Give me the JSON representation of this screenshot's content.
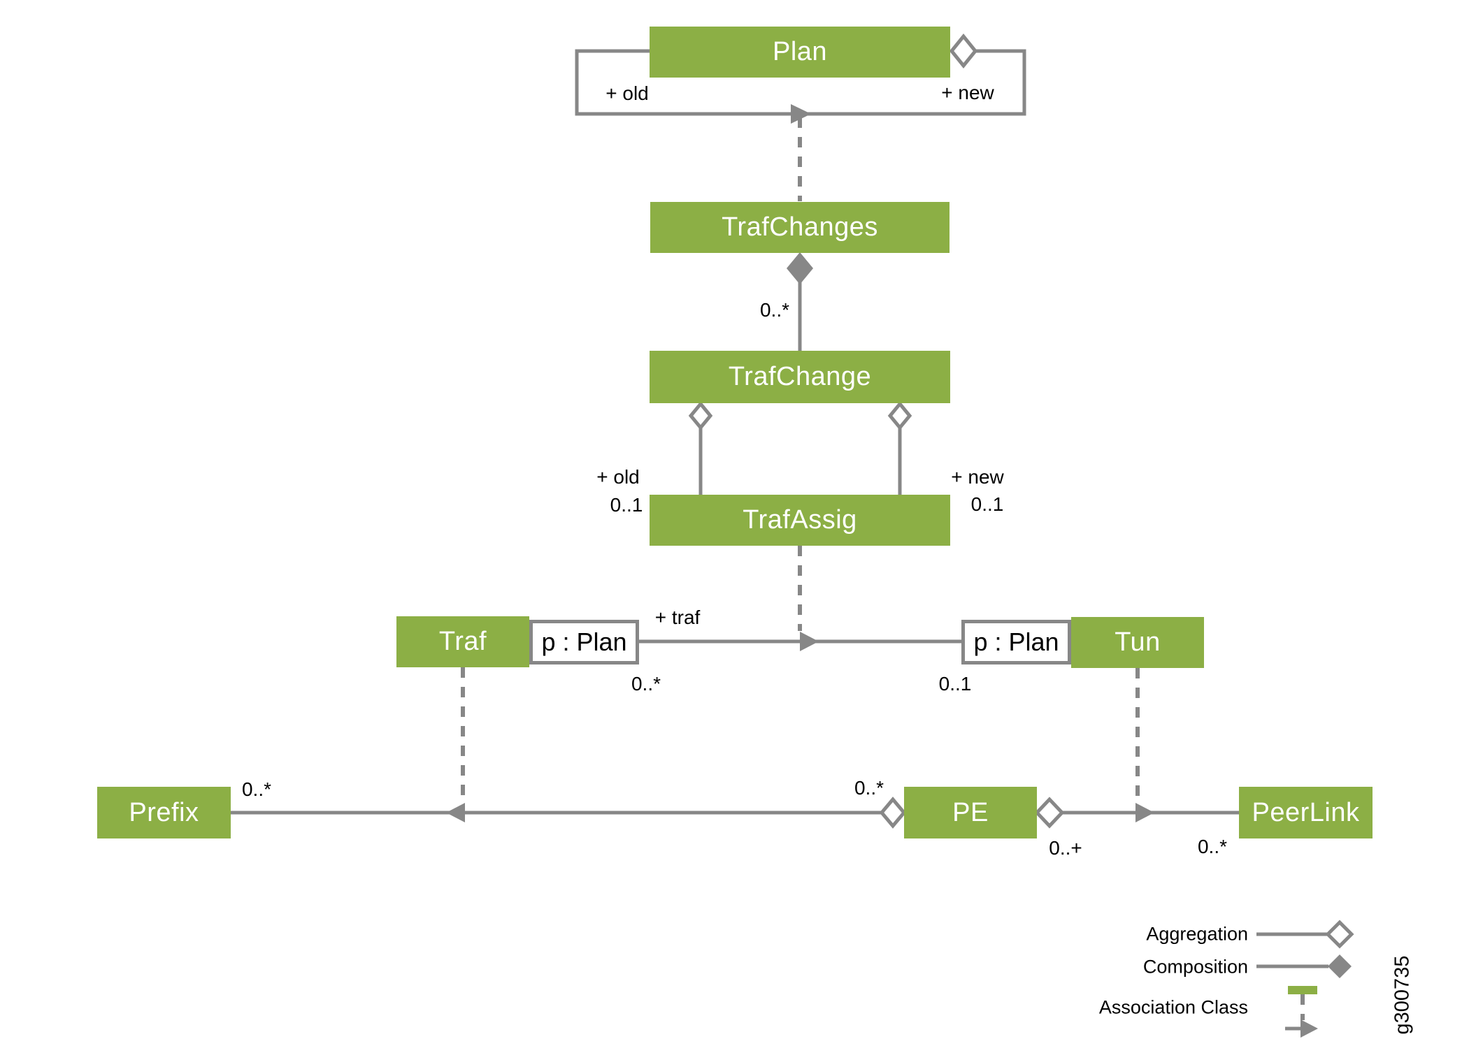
{
  "diagram": {
    "classes": {
      "plan": "Plan",
      "traf_changes": "TrafChanges",
      "traf_change": "TrafChange",
      "traf_assig": "TrafAssig",
      "traf": "Traf",
      "tun": "Tun",
      "prefix": "Prefix",
      "pe": "PE",
      "peer_link": "PeerLink"
    },
    "attributes": {
      "traf_p_plan": "p : Plan",
      "tun_p_plan": "p : Plan"
    },
    "labels": {
      "plan_old_role": "+ old",
      "plan_new_role": "+ new",
      "trafchanges_mult": "0..*",
      "trafassig_old_role": "+ old",
      "trafassig_old_mult": "0..1",
      "trafassig_new_role": "+ new",
      "trafassig_new_mult": "0..1",
      "traf_role": "+ traf",
      "traf_mult": "0..*",
      "tun_mult": "0..1",
      "prefix_mult": "0..*",
      "pe_left_mult": "0..*",
      "pe_right_mult": "0..+",
      "peerlink_mult": "0..*"
    },
    "legend": {
      "aggregation": "Aggregation",
      "composition": "Composition",
      "association_class": "Association Class"
    },
    "figure_id": "g300735",
    "colors": {
      "class_fill_green": "#8CAF45",
      "connector_gray": "#878787",
      "class_text": "#FFFFFF",
      "label_text": "#000000"
    }
  }
}
